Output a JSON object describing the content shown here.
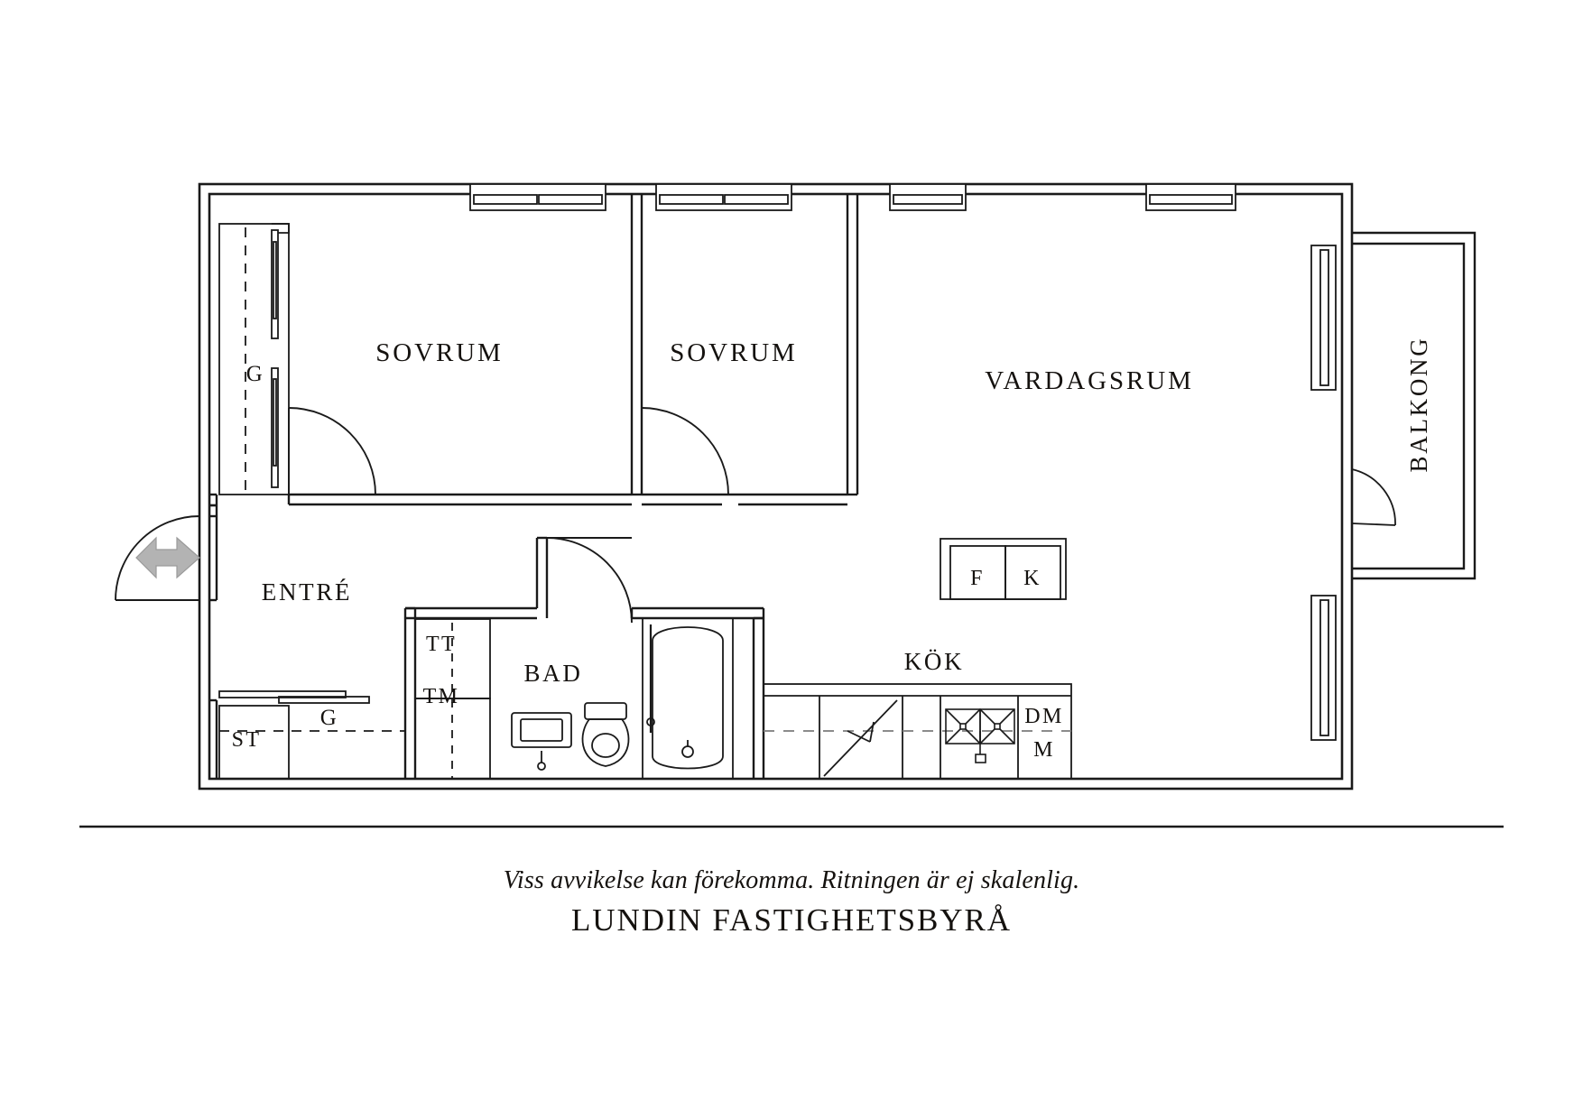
{
  "document": {
    "type": "floor-plan",
    "language": "sv",
    "background_color": "#ffffff",
    "line_color": "#1a1a1a",
    "arrow_fill_color": "#b3b3b3"
  },
  "rooms": [
    {
      "key": "sovrum_1",
      "label": "SOVRUM",
      "name": "bedroom-1"
    },
    {
      "key": "sovrum_2",
      "label": "SOVRUM",
      "name": "bedroom-2"
    },
    {
      "key": "vardagsrum",
      "label": "VARDAGSRUM",
      "name": "living-room"
    },
    {
      "key": "entre",
      "label": "ENTRÉ",
      "name": "entrance-hall"
    },
    {
      "key": "bad",
      "label": "BAD",
      "name": "bathroom"
    },
    {
      "key": "kok",
      "label": "KÖK",
      "name": "kitchen"
    },
    {
      "key": "balkong",
      "label": "BALKONG",
      "name": "balcony"
    }
  ],
  "annotations": {
    "wardrobe_bedroom": "G",
    "wardrobe_hall": "G",
    "storage": "ST",
    "tumble_dryer": "TT",
    "washing_machine": "TM",
    "freezer": "F",
    "fridge": "K",
    "dishwasher": "DM",
    "microwave": "M"
  },
  "footer": {
    "disclaimer": "Viss avvikelse kan förekomma. Ritningen är ej skalenlig.",
    "brand": "LUNDIN FASTIGHETSBYRÅ"
  },
  "icons": {
    "entrance_arrow": "entrance-arrow-icon",
    "door_swing": "door-swing-icon",
    "window": "window-icon",
    "bathtub": "bathtub-icon",
    "toilet": "toilet-icon",
    "washbasin": "washbasin-icon",
    "stove": "stove-icon",
    "kitchen_sink": "kitchen-sink-icon"
  }
}
